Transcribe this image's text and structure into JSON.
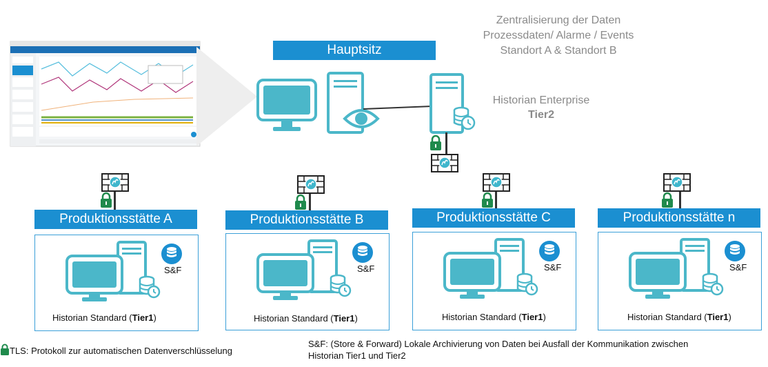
{
  "info": {
    "line1": "Zentralisierung der Daten",
    "line2": "Prozessdaten/ Alarme / Events",
    "line3": "Standort A & Standort B"
  },
  "hq": {
    "title": "Hauptsitz",
    "enterprise_name": "Historian Enterprise",
    "enterprise_tier": "Tier2"
  },
  "sites": [
    {
      "title": "Produktionsstätte A",
      "sf": "S&F",
      "label_prefix": "Historian Standard (",
      "label_tier": "Tier1",
      "label_suffix": ")"
    },
    {
      "title": "Produktionsstätte B",
      "sf": "S&F",
      "label_prefix": "Historian Standard (",
      "label_tier": "Tier1",
      "label_suffix": ")"
    },
    {
      "title": "Produktionsstätte C",
      "sf": "S&F",
      "label_prefix": "Historian Standard (",
      "label_tier": "Tier1",
      "label_suffix": ")"
    },
    {
      "title": "Produktionsstätte n",
      "sf": "S&F",
      "label_prefix": "Historian Standard (",
      "label_tier": "Tier1",
      "label_suffix": ")"
    }
  ],
  "footer": {
    "tls": "TLS: Protokoll zur automatischen Datenverschlüsselung",
    "sf_line1": "S&F:  (Store & Forward) Lokale Archivierung von Daten bei Ausfall der Kommunikation zwischen",
    "sf_line2": "Historian Tier1 und Tier2"
  },
  "colors": {
    "banner": "#1b8fd1",
    "teal": "#3fb6cc",
    "icon_fill": "#4bb7c9"
  }
}
